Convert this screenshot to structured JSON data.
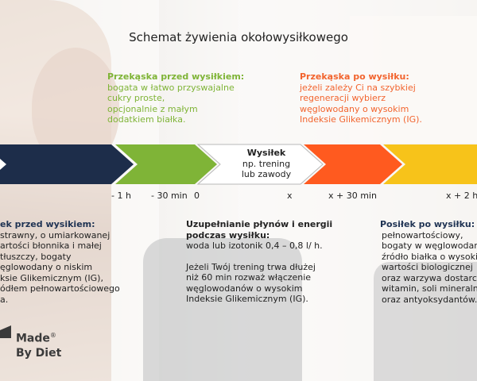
{
  "title": "Schemat żywienia okołowysiłkowego",
  "colors": {
    "navy": "#1d2d4a",
    "green": "#7fb437",
    "orange": "#ff5a1f",
    "yellow": "#f7c31a",
    "green_text": "#7fb437",
    "orange_text": "#f2642e"
  },
  "pre_snack": {
    "heading": "Przekąska przed wysiłkiem:",
    "lines": [
      "bogata w łatwo przyswajalne",
      "cukry proste,",
      "opcjonalnie z małym",
      "dodatkiem białka."
    ]
  },
  "post_snack": {
    "heading": "Przekąska po wysiłku:",
    "lines": [
      "jeżeli zależy Ci na szybkiej",
      "regeneracji wybierz",
      "węglowodany o wysokim",
      "Indeksie Glikemicznym (IG)."
    ]
  },
  "exercise": {
    "label": "Wysiłek",
    "lines": [
      "np. trening",
      "lub zawody"
    ]
  },
  "ticks": [
    "- 1 h",
    "- 30 min",
    "0",
    "x",
    "x + 30 min",
    "x + 2 h"
  ],
  "meal_before": {
    "heading": "ek przed wysikiem:",
    "lines": [
      "strawny, o umiarkowanej",
      "artości błonnika i małej",
      "tłuszczy, bogaty",
      "ęglowodany o niskim",
      "ksie Glikemicznym (IG),",
      "ódłem pełnowartościowego",
      "a."
    ]
  },
  "hydration": {
    "heading_lines": [
      "Uzupełnianie płynów i energii",
      "podczas wysiłku:"
    ],
    "line1": "woda lub izotonik 0,4 – 0,8 l/ h.",
    "para_lines": [
      "Jeżeli Twój trening trwa dłużej",
      "niż 60 min rozważ włączenie",
      "węglowodanów o wysokim",
      "Indeksie Glikemicznym (IG)."
    ]
  },
  "meal_after": {
    "heading": "Posiłek po wysiłku:",
    "lines": [
      "pełnowartościowy,",
      "bogaty w węglowodan",
      "źródło białka o wysokie",
      "wartości biologicznej",
      "oraz warzywa dostarcz",
      "witamin, soli mineralny",
      "oraz antyoksydantów."
    ]
  },
  "logo": {
    "line1": "Made",
    "line2": "By Diet",
    "reg": "®"
  }
}
